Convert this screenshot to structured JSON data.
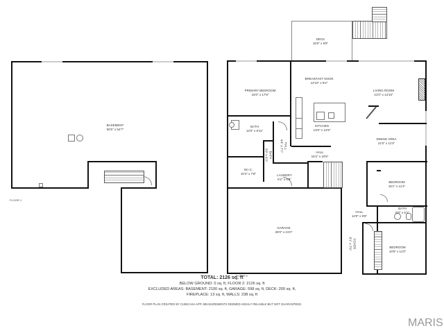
{
  "floor1": {
    "label": "FLOOR 1",
    "rooms": [
      {
        "name": "BASEMENT",
        "dims": "50'6\" x 54'7\""
      }
    ]
  },
  "floor2": {
    "label": "FLOOR 2",
    "rooms": [
      {
        "name": "DECK",
        "dims": "15'0\" x 9'8\""
      },
      {
        "name": "PRIMARY BEDROOM",
        "dims": "16'0\" x 17'8\""
      },
      {
        "name": "BREAKFAST NOOK",
        "dims": "12'10\" x 9'2\""
      },
      {
        "name": "LIVING ROOM",
        "dims": "21'0\" x 14'10\""
      },
      {
        "name": "KITCHEN",
        "dims": "13'6\" x 12'8\""
      },
      {
        "name": "DINING AREA",
        "dims": "21'0\" x 11'0\""
      },
      {
        "name": "BATH",
        "dims": "12'0\" x 8'11\""
      },
      {
        "name": "HALL",
        "dims": "4'4\" x 7'7\""
      },
      {
        "name": "BATH",
        "dims": "3'0\" x 6'3\""
      },
      {
        "name": "HALL",
        "dims": "16'2\" x 10'6\""
      },
      {
        "name": "W.I.C.",
        "dims": "10'4\" x 7'8\""
      },
      {
        "name": "LAUNDRY",
        "dims": "6'2\" x 6'8\""
      },
      {
        "name": "BEDROOM",
        "dims": "15'1\" x 11'4\""
      },
      {
        "name": "HALL",
        "dims": "12'0\" x 9'8\""
      },
      {
        "name": "BATH",
        "dims": "8'0\" x 5'1\""
      },
      {
        "name": "GARAGE",
        "dims": "26'0\" x 21'0\""
      },
      {
        "name": "FOYER",
        "dims": "8'1\" x 7'6\""
      },
      {
        "name": "BEDROOM",
        "dims": "10'9\" x 11'0\""
      }
    ]
  },
  "summary": {
    "total": "TOTAL: 2126 sq. ft",
    "line1": "BELOW GROUND: 0 sq. ft, FLOOR 2: 2126 sq. ft",
    "line2": "EXCLUDED AREAS: BASEMENT: 2100 sq. ft, GARAGE: 598 sq. ft, DECK: 200 sq. ft,",
    "line3": "FIREPLACE: 13 sq. ft, WALLS: 238 sq. ft",
    "disclaimer": "FLOOR PLAN CREATED BY CUBICASA APP. MEASUREMENTS DEEMED HIGHLY RELIABLE BUT NOT GUARANTEED."
  },
  "brand": {
    "logo_text": "MARIS",
    "logo_color": "#999999"
  }
}
